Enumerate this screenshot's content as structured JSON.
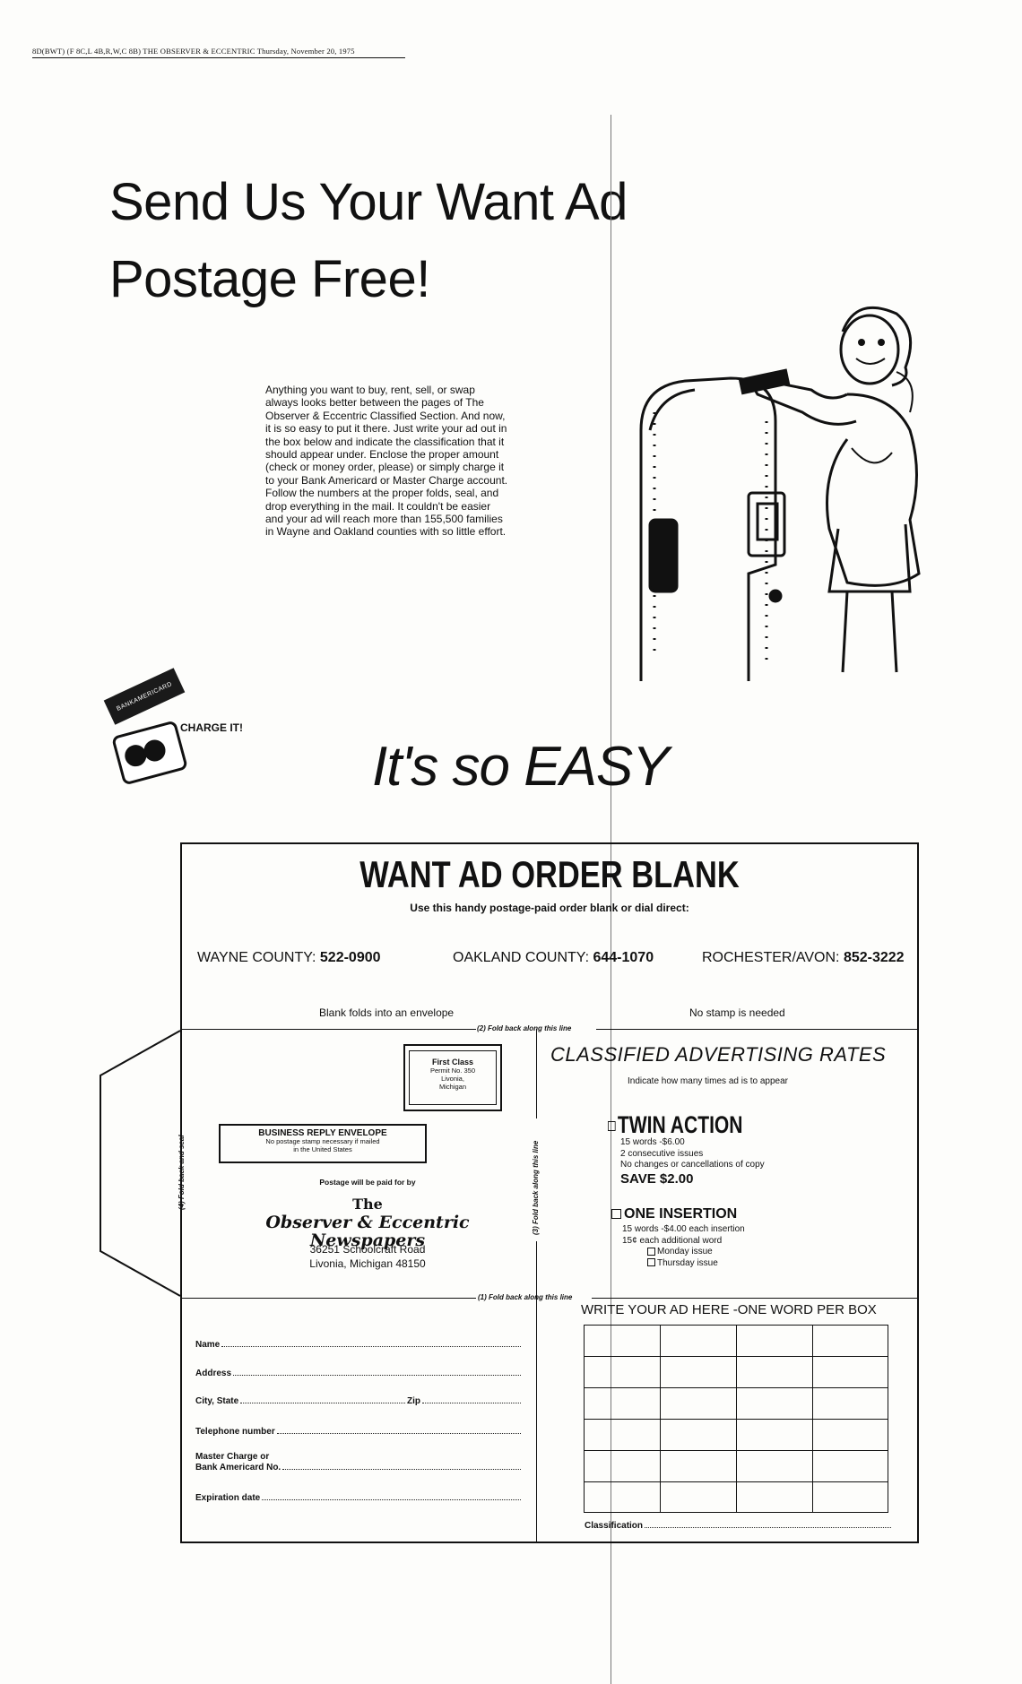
{
  "dateline": "8D(BWT) (F 8C,L 4B,R,W,C 8B) THE OBSERVER & ECCENTRIC Thursday, November 20, 1975",
  "headline": {
    "line1": "Send Us Your Want Ad",
    "line2": "Postage Free!"
  },
  "intro_text": "Anything you want to buy, rent, sell, or swap always looks better between the pages of The Observer & Eccentric Classified Section. And now, it is so easy to put it there. Just write your ad out in the box below and indicate the classification that it should appear under. Enclose the proper amount (check or money order, please) or simply charge it to your Bank Americard or Master Charge account. Follow the numbers at the proper folds, seal, and drop everything in the mail. It couldn't be easier and your ad will reach more than 155,500 families in Wayne and Oakland counties with so little effort.",
  "charge": {
    "card_text": "BANKAMERICARD",
    "label": "CHARGE IT!"
  },
  "easy": "It's so EASY",
  "order": {
    "title": "WANT AD ORDER BLANK",
    "subtitle": "Use this handy postage-paid order blank or dial direct:",
    "phones": [
      {
        "label": "WAYNE COUNTY:",
        "number": "522-0900"
      },
      {
        "label": "OAKLAND COUNTY:",
        "number": "644-1070"
      },
      {
        "label": "ROCHESTER/AVON:",
        "number": "852-3222"
      }
    ],
    "note_left": "Blank folds into an envelope",
    "note_right": "No stamp is needed",
    "fold2": "(2) Fold back along this line",
    "fold1": "(1) Fold back along this line",
    "fold3": "(3) Fold back along this line",
    "fold4": "(4) Fold back and seal"
  },
  "envelope": {
    "first_class_title": "First Class",
    "first_class_lines": [
      "Permit No. 350",
      "Livonia,",
      "Michigan"
    ],
    "bre_title": "BUSINESS REPLY ENVELOPE",
    "bre_lines": [
      "No postage stamp necessary if mailed",
      "in the United States"
    ],
    "postage_paid": "Postage will be paid for by",
    "logo_the": "The",
    "logo_name1": "Observer & Eccentric",
    "logo_name2": "Newspapers",
    "address1": "36251 Schoolcraft Road",
    "address2": "Livonia, Michigan 48150"
  },
  "rates": {
    "title": "CLASSIFIED ADVERTISING RATES",
    "indicate": "Indicate how many times ad is to appear",
    "twin": {
      "title": "TWIN ACTION",
      "lines": [
        "15 words -$6.00",
        "2 consecutive issues",
        "No changes or cancellations of copy"
      ],
      "save": "SAVE $2.00"
    },
    "one": {
      "title": "ONE INSERTION",
      "lines": [
        "15 words -$4.00 each insertion",
        "15¢ each additional word"
      ],
      "monday": "Monday issue",
      "thursday": "Thursday issue"
    }
  },
  "form": {
    "name": "Name",
    "address": "Address",
    "city_state": "City, State",
    "zip": "Zip",
    "telephone": "Telephone number",
    "card_line1": "Master Charge or",
    "card_line2": "Bank Americard No.",
    "expiration": "Expiration date"
  },
  "write": {
    "title": "WRITE YOUR AD HERE -ONE WORD PER BOX",
    "classification": "Classification",
    "grid": {
      "rows": 6,
      "cols": 4
    }
  },
  "colors": {
    "ink": "#111111",
    "paper": "#fdfdfb"
  }
}
